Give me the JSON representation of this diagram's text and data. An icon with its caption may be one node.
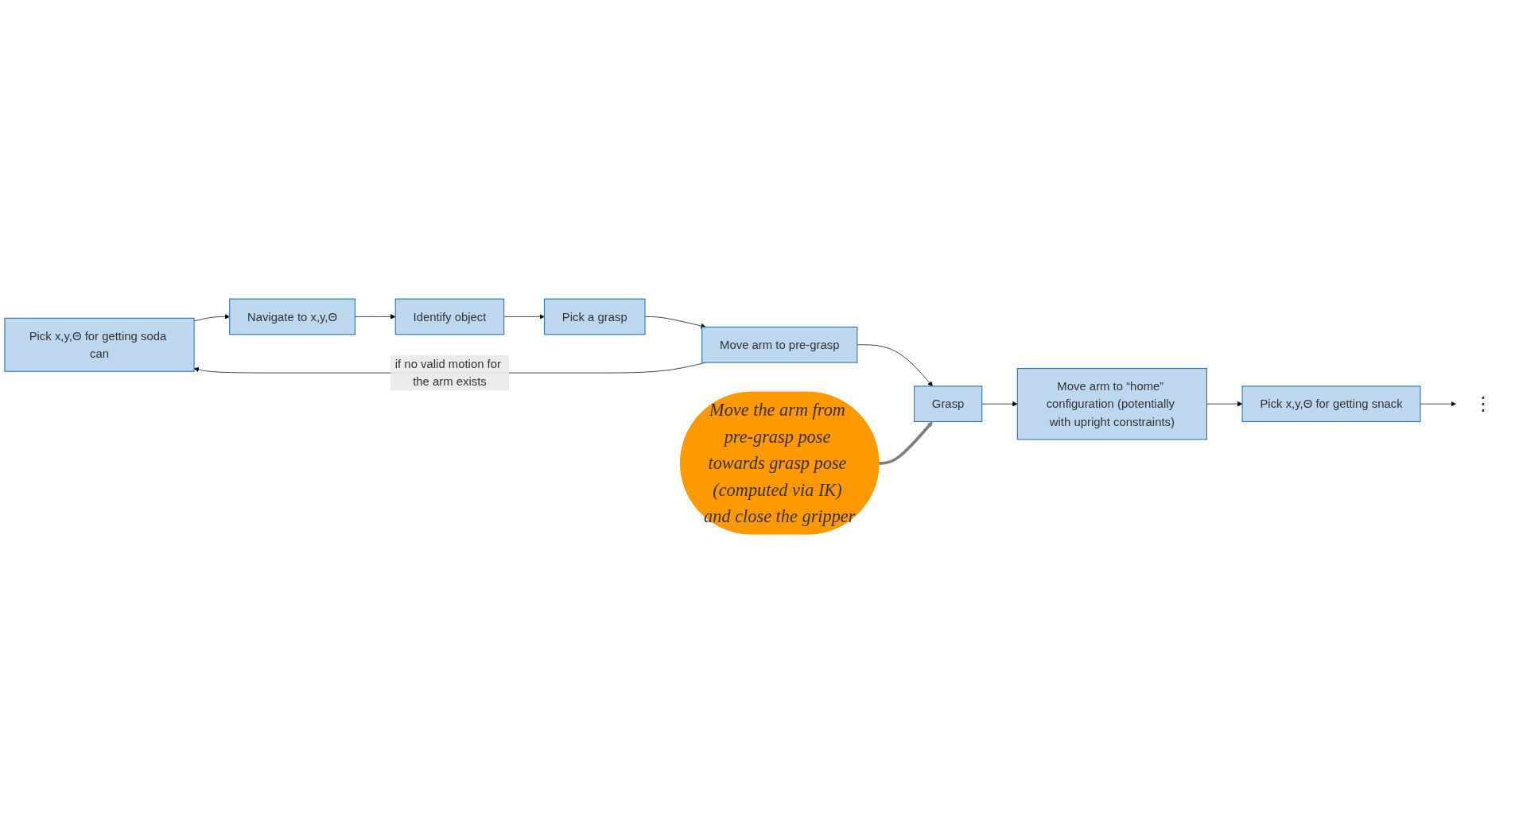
{
  "diagram": {
    "nodes": [
      {
        "text": [
          "Pick x,y,Θ for getting soda can"
        ]
      },
      {
        "text": [
          "Navigate to x,y,Θ"
        ]
      },
      {
        "text": [
          "Identify object"
        ]
      },
      {
        "text": [
          "Pick a grasp"
        ]
      },
      {
        "text": [
          "Move arm to pre-grasp"
        ]
      },
      {
        "text": [
          "Grasp"
        ]
      },
      {
        "text": [
          "Move arm to “home” configuration (potentially with upright constraints)"
        ]
      },
      {
        "text": [
          "Pick x,y,Θ for getting snack"
        ]
      },
      {
        "text": [
          "⋮"
        ]
      },
      {
        "text": [
          "Move the arm from pre-grasp pose towards grasp pose (computed via IK) and close the gripper"
        ]
      }
    ],
    "edges": [
      {
        "from": 0,
        "to": 1,
        "arrow": "to"
      },
      {
        "from": 1,
        "to": 2,
        "arrow": "to"
      },
      {
        "from": 2,
        "to": 3,
        "arrow": "to"
      },
      {
        "from": 3,
        "to": 4,
        "arrow": "to"
      },
      {
        "from": 4,
        "to": 0,
        "arrow": "to",
        "label": "if no valid motion for the arm exists"
      },
      {
        "from": 4,
        "to": 5,
        "arrow": "to"
      },
      {
        "from": 5,
        "to": 6,
        "arrow": "to"
      },
      {
        "from": 6,
        "to": 7,
        "arrow": "to"
      },
      {
        "from": 7,
        "to": 8,
        "arrow": "to"
      },
      {
        "from": 9,
        "to": 5,
        "arrow": "to",
        "style": "thick",
        "color": "#7f7f7f"
      }
    ]
  }
}
